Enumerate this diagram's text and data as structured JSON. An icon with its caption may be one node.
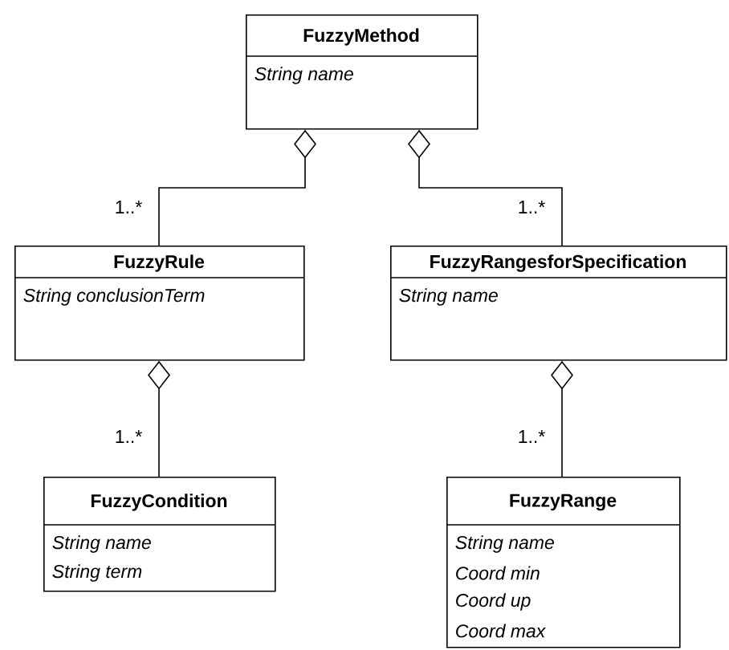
{
  "diagram": {
    "nodes": [
      {
        "text": [
          "FuzzyMethod",
          "String name"
        ]
      },
      {
        "text": [
          "FuzzyRule",
          "String conclusionTerm"
        ]
      },
      {
        "text": [
          "FuzzyRangesforSpecification",
          "String name"
        ]
      },
      {
        "text": [
          "FuzzyCondition",
          "String name",
          "String term"
        ]
      },
      {
        "text": [
          "FuzzyRange",
          "String name",
          "Coord min",
          "Coord up",
          "Coord max"
        ]
      }
    ],
    "edges": [
      {
        "from": 0,
        "to": 1,
        "arrow": "other",
        "label": "1..*"
      },
      {
        "from": 0,
        "to": 2,
        "arrow": "other",
        "label": "1..*"
      },
      {
        "from": 1,
        "to": 3,
        "arrow": "other",
        "label": "1..*"
      },
      {
        "from": 2,
        "to": 4,
        "arrow": "other",
        "label": "1..*"
      }
    ]
  }
}
